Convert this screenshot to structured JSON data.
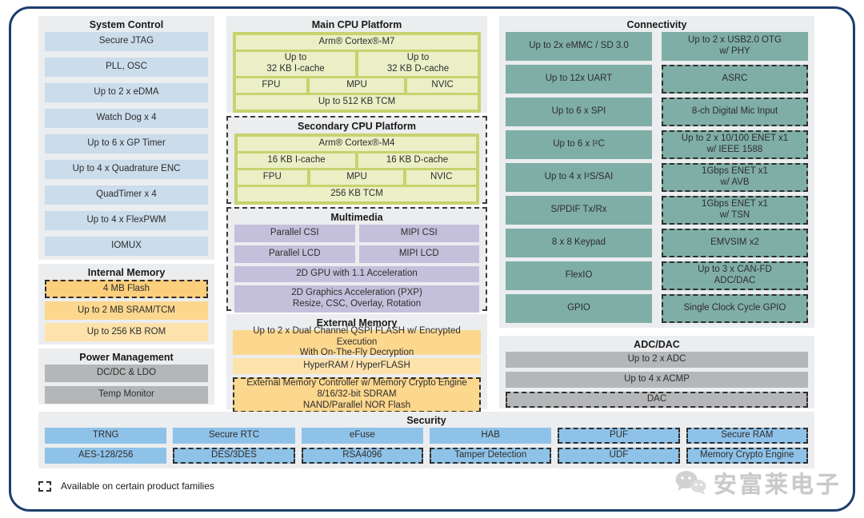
{
  "sections": {
    "system_control": {
      "title": "System Control",
      "items": [
        "Secure JTAG",
        "PLL, OSC",
        "Up to 2 x eDMA",
        "Watch Dog x 4",
        "Up to 6 x GP Timer",
        "Up to 4 x Quadrature ENC",
        "QuadTimer x 4",
        "Up to 4 x FlexPWM",
        "IOMUX"
      ]
    },
    "internal_memory": {
      "title": "Internal Memory",
      "items": [
        {
          "label": "4 MB Flash",
          "dashed": true
        },
        {
          "label": "Up to 2 MB SRAM/TCM",
          "dashed": false
        },
        {
          "label": "Up to 256 KB ROM",
          "dashed": false
        }
      ]
    },
    "power_management": {
      "title": "Power Management",
      "items": [
        "DC/DC & LDO",
        "Temp Monitor"
      ]
    },
    "main_cpu_platform": {
      "title": "Main CPU Platform",
      "core": "Arm® Cortex®-M7",
      "icache": "Up to\n32 KB I-cache",
      "dcache": "Up to\n32 KB D-cache",
      "fpu": "FPU",
      "mpu": "MPU",
      "nvic": "NVIC",
      "tcm": "Up to 512 KB TCM"
    },
    "secondary_cpu_platform": {
      "title": "Secondary CPU Platform",
      "dashed": true,
      "core": "Arm® Cortex®-M4",
      "icache": "16 KB I-cache",
      "dcache": "16 KB D-cache",
      "fpu": "FPU",
      "mpu": "MPU",
      "nvic": "NVIC",
      "tcm": "256 KB TCM"
    },
    "multimedia": {
      "title": "Multimedia",
      "dashed": true,
      "items": [
        "Parallel CSI",
        "MIPI CSI",
        "Parallel LCD",
        "MIPI LCD",
        "2D GPU with 1.1 Acceleration",
        "2D Graphics Acceleration (PXP)\nResize, CSC, Overlay, Rotation"
      ]
    },
    "external_memory": {
      "title": "External Memory",
      "items": [
        {
          "label": "Up to 2 x Dual Channel QSPI FLASH w/ Encrypted Execution\nWith On-The-Fly Decryption",
          "dashed": false
        },
        {
          "label": "HyperRAM / HyperFLASH",
          "dashed": false
        },
        {
          "label": "External Memory Controller w/ Memory Crypto Engine\n8/16/32-bit SDRAM\nNAND/Parallel NOR Flash",
          "dashed": true
        }
      ]
    },
    "connectivity": {
      "title": "Connectivity",
      "left": [
        "Up to 2x eMMC / SD 3.0",
        "Up to 12x UART",
        "Up to 6 x SPI",
        "Up to 6 x I²C",
        "Up to 4 x I²S/SAI",
        "S/PDIF Tx/Rx",
        "8 x 8 Keypad",
        "FlexIO",
        "GPIO"
      ],
      "right": [
        {
          "label": "Up to 2 x USB2.0 OTG\nw/ PHY",
          "dashed": false
        },
        {
          "label": "ASRC",
          "dashed": true
        },
        {
          "label": "8-ch Digital Mic Input",
          "dashed": true
        },
        {
          "label": "Up to 2 x 10/100 ENET x1\nw/ IEEE 1588",
          "dashed": true
        },
        {
          "label": "1Gbps ENET x1\nw/ AVB",
          "dashed": true
        },
        {
          "label": "1Gbps ENET x1\nw/ TSN",
          "dashed": true
        },
        {
          "label": "EMVSIM x2",
          "dashed": true
        },
        {
          "label": "Up to 3 x CAN-FD\nADC/DAC",
          "dashed": true
        },
        {
          "label": "Single Clock Cycle GPIO",
          "dashed": true
        }
      ]
    },
    "adc_dac": {
      "title": "ADC/DAC",
      "items": [
        {
          "label": "Up to 2 x ADC",
          "dashed": false
        },
        {
          "label": "Up to 4 x ACMP",
          "dashed": false
        },
        {
          "label": "DAC",
          "dashed": true
        }
      ]
    },
    "security": {
      "title": "Security",
      "row1": [
        {
          "label": "TRNG",
          "dashed": false
        },
        {
          "label": "Secure RTC",
          "dashed": false
        },
        {
          "label": "eFuse",
          "dashed": false
        },
        {
          "label": "HAB",
          "dashed": false
        },
        {
          "label": "PUF",
          "dashed": true
        },
        {
          "label": "Secure RAM",
          "dashed": true
        }
      ],
      "row2": [
        {
          "label": "AES-128/256",
          "dashed": false
        },
        {
          "label": "DES/3DES",
          "dashed": true
        },
        {
          "label": "RSA4096",
          "dashed": true
        },
        {
          "label": "Tamper Detection",
          "dashed": true
        },
        {
          "label": "UDF",
          "dashed": true
        },
        {
          "label": "Memory Crypto Engine",
          "dashed": true
        }
      ]
    }
  },
  "legend": {
    "label": "Available on certain product families"
  },
  "watermark": {
    "label": "安富莱电子"
  },
  "colors": {
    "frame_border": "#1d3d6d",
    "panel_bg": "#ebedef",
    "blue_box": "#cbdceb",
    "green_panel": "#c8d26e",
    "green_box": "#eaefc6",
    "purple_box": "#c4c0db",
    "orange_flash": "#fbcf7c",
    "orange_box": "#fcd78e",
    "orange_light": "#fde2ac",
    "teal_box": "#7faea6",
    "security_blue": "#8fc2e8",
    "gray_box": "#b4b6b8"
  }
}
